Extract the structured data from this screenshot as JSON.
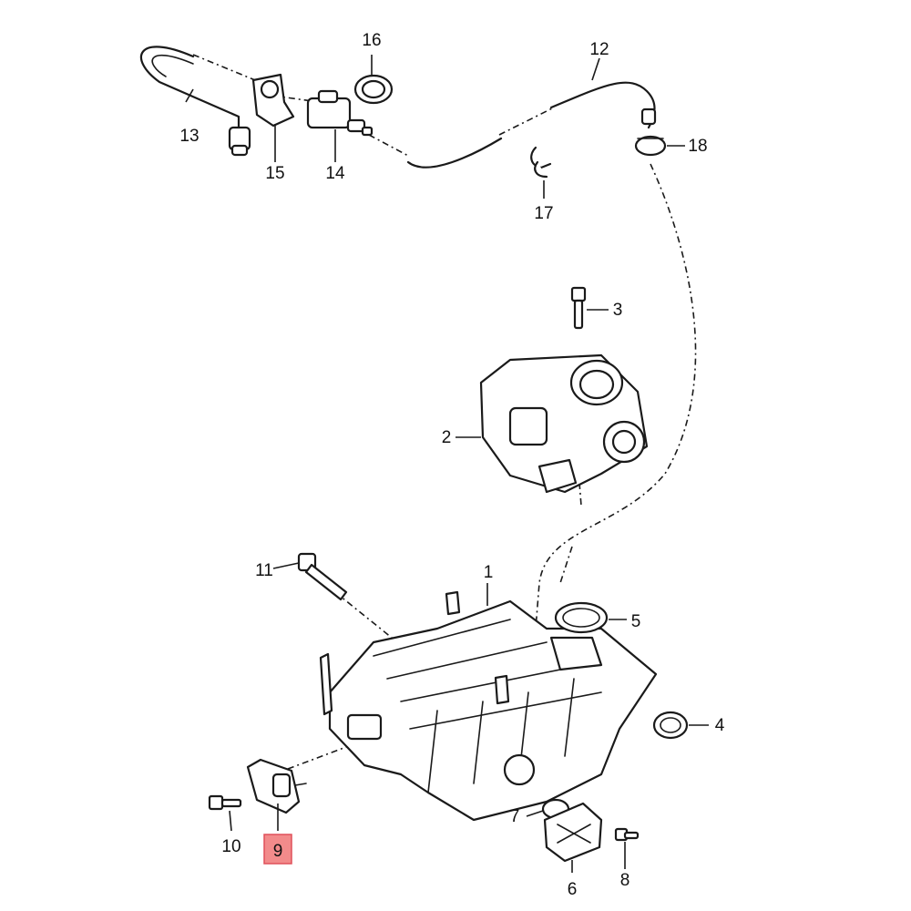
{
  "parts": [
    {
      "id": "p1",
      "label": "1"
    },
    {
      "id": "p2",
      "label": "2"
    },
    {
      "id": "p3",
      "label": "3"
    },
    {
      "id": "p4",
      "label": "4"
    },
    {
      "id": "p5",
      "label": "5"
    },
    {
      "id": "p6",
      "label": "6"
    },
    {
      "id": "p7",
      "label": "7"
    },
    {
      "id": "p8",
      "label": "8"
    },
    {
      "id": "p9",
      "label": "9",
      "highlighted": true
    },
    {
      "id": "p10",
      "label": "10"
    },
    {
      "id": "p11",
      "label": "11"
    },
    {
      "id": "p12",
      "label": "12"
    },
    {
      "id": "p13",
      "label": "13"
    },
    {
      "id": "p14",
      "label": "14"
    },
    {
      "id": "p15",
      "label": "15"
    },
    {
      "id": "p16",
      "label": "16"
    },
    {
      "id": "p17",
      "label": "17"
    },
    {
      "id": "p18",
      "label": "18"
    }
  ],
  "colors": {
    "line": "#1a1a1a",
    "highlight_fill": "#f28b8b",
    "highlight_stroke": "#e0505a",
    "background": "#ffffff"
  }
}
